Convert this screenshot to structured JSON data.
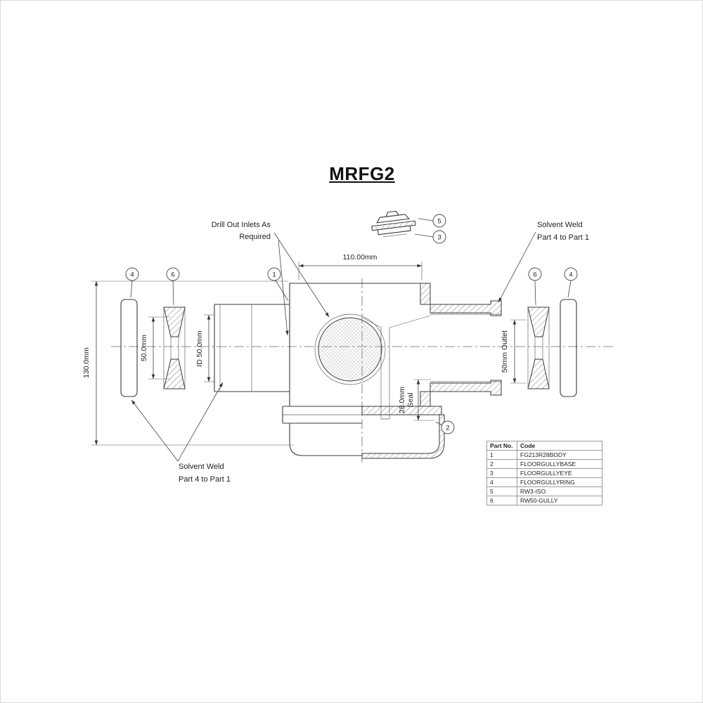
{
  "title": "MRFG2",
  "annotations": {
    "drill_out": {
      "line1": "Drill Out Inlets As",
      "line2": "Required"
    },
    "solvent_weld_right": {
      "line1": "Solvent Weld",
      "line2": "Part 4 to Part 1"
    },
    "solvent_weld_left": {
      "line1": "Solvent Weld",
      "line2": "Part 4 to Part 1"
    }
  },
  "dimensions": {
    "body_width": "110.00mm",
    "overall_height": "130.0mm",
    "seal_ring_bore": "50.0mm",
    "inlet_bore": "ID 50.0mm",
    "outlet": "50mm Outlet",
    "seal_depth": "28.0mm",
    "seal_word": "Seal"
  },
  "balloons": [
    "4",
    "6",
    "1",
    "5",
    "3",
    "6",
    "4",
    "2"
  ],
  "parts_table": {
    "headers": [
      "Part No.",
      "Code"
    ],
    "rows": [
      [
        "1",
        "FG213R28BODY"
      ],
      [
        "2",
        "FLOORGULLYBASE"
      ],
      [
        "3",
        "FLOORGULLYEYE"
      ],
      [
        "4",
        "FLOORGULLYRING"
      ],
      [
        "5",
        "RW3-ISO"
      ],
      [
        "6",
        "RW50-GULLY"
      ]
    ]
  },
  "colors": {
    "line": "#3a3a3a",
    "hatch": "#6f6f6f",
    "background": "#ffffff"
  }
}
